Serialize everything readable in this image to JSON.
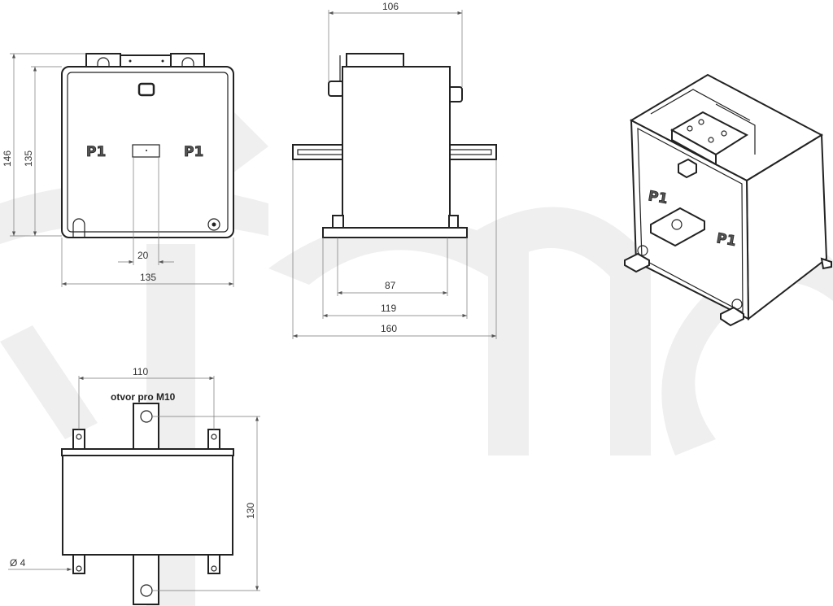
{
  "front_view": {
    "marking_left": "P1",
    "marking_right": "P1",
    "dim_total_height": "146",
    "dim_body_height": "135",
    "dim_slot_width": "20",
    "dim_body_width": "135"
  },
  "side_view": {
    "dim_top_width": "106",
    "dim_inner_mount": "87",
    "dim_base_width": "119",
    "dim_bar_length": "160"
  },
  "bottom_view": {
    "dim_tab_spacing": "110",
    "hole_note": "otvor pro M10",
    "dim_hole_spacing": "130",
    "dim_tab_hole": "Ø 4"
  },
  "iso_view": {
    "marking_left": "P1",
    "marking_right": "P1"
  }
}
